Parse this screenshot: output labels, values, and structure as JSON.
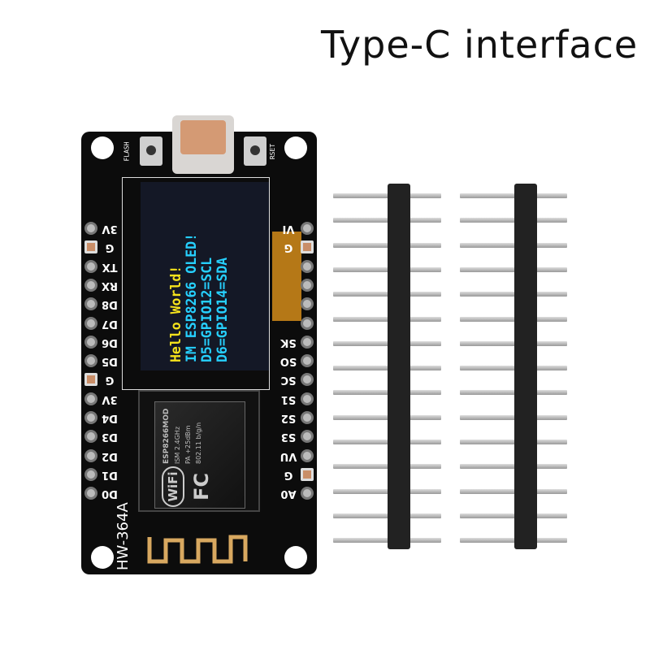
{
  "title": "Type-C interface",
  "board": {
    "model": "HW-364A",
    "flash_label": "FLASH",
    "reset_label": "RSET",
    "oled_lines": [
      "Hello World!",
      "IM ESP8266 OLED!",
      "D5=GPIO12=SCL",
      "D6=GPIO14=SDA"
    ],
    "left_pins": [
      "3V",
      "G",
      "TX",
      "RX",
      "D8",
      "D7",
      "D6",
      "D5",
      "G",
      "3V",
      "D4",
      "D3",
      "D2",
      "D1",
      "D0"
    ],
    "right_pins": [
      "VI",
      "G",
      "",
      "",
      "",
      "",
      "SK",
      "SO",
      "SC",
      "S1",
      "S2",
      "S3",
      "VU",
      "G",
      "A0"
    ],
    "module": {
      "logo": "WiFi",
      "name": "ESP8266MOD",
      "line1": "ISM  2.4GHz",
      "line2": "PA  +25dBm",
      "line3": "802.11 b/g/n",
      "cert": "FC"
    }
  },
  "headers": {
    "count": 2,
    "pins_each": 15
  }
}
